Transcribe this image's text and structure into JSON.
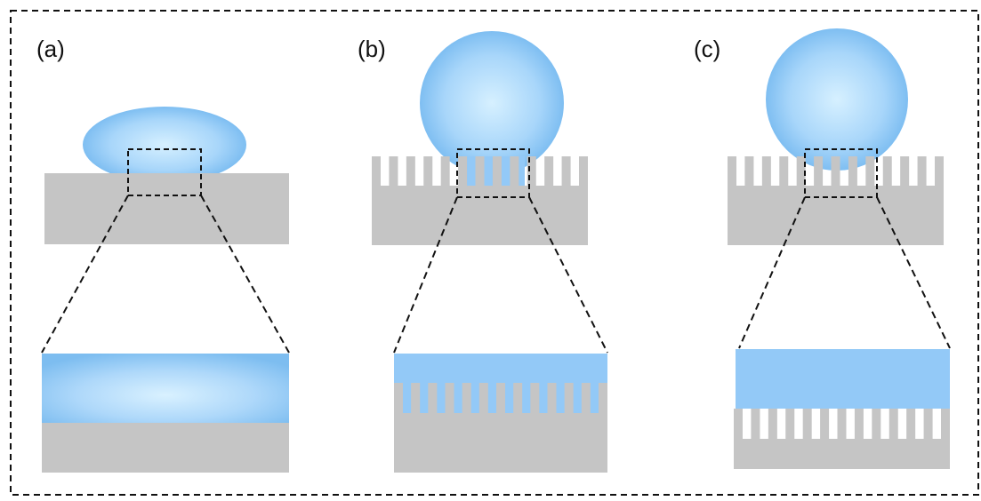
{
  "panels": [
    {
      "label": "(a)"
    },
    {
      "label": "(b)"
    },
    {
      "label": "(c)"
    }
  ],
  "colors": {
    "substrate": "#c5c5c5",
    "droplet_light": "#d6f0ff",
    "droplet_mid": "#a8d6fa",
    "droplet_dark": "#72b7ef",
    "film": "#93c9f7",
    "dash": "#111111"
  },
  "icons": {
    "droplet": "water-droplet-icon",
    "substrate": "substrate-block-icon"
  }
}
